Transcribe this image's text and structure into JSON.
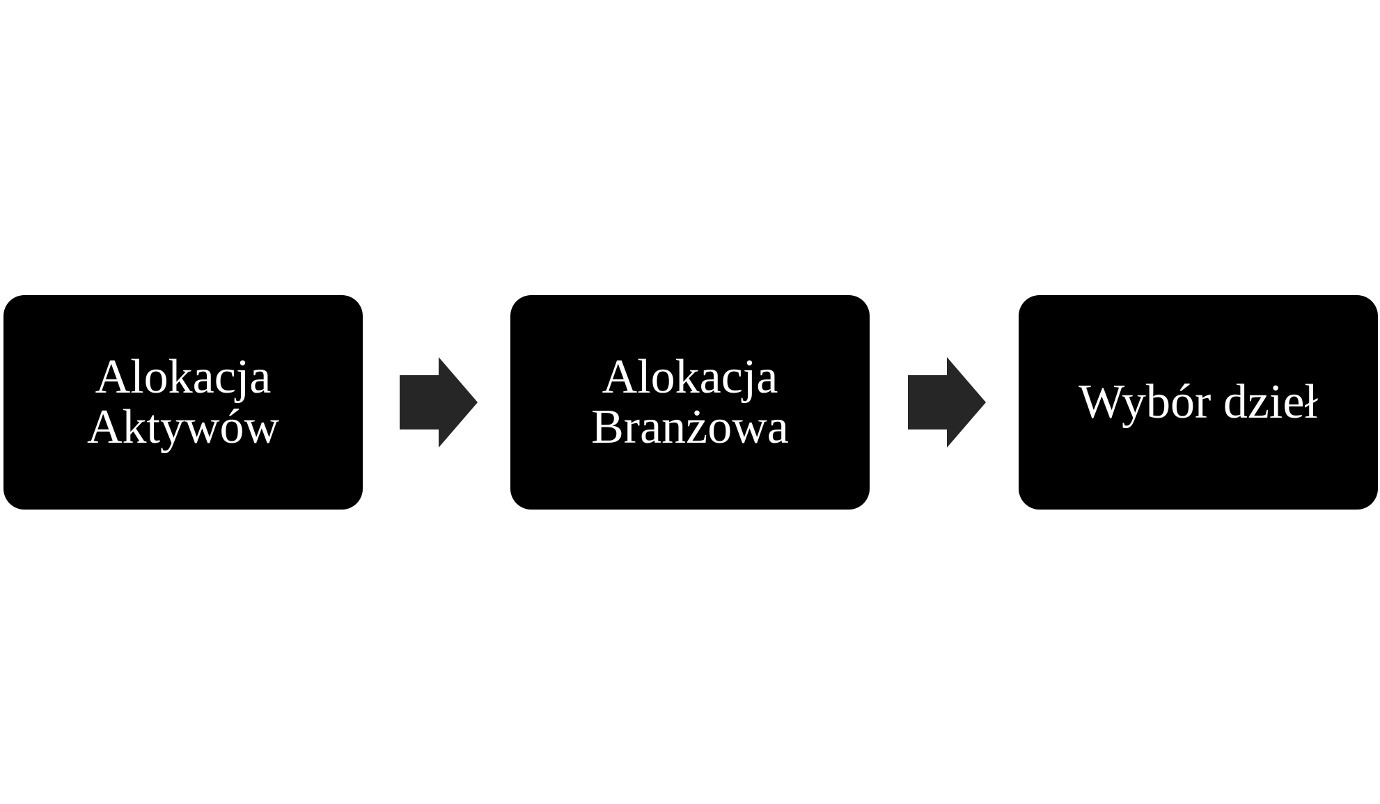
{
  "diagram": {
    "steps": [
      {
        "label": "Alokacja\nAktywów"
      },
      {
        "label": "Alokacja\nBranżowa"
      },
      {
        "label": "Wybór dzieł"
      }
    ],
    "connectors": [
      {
        "icon": "right-arrow-icon"
      },
      {
        "icon": "right-arrow-icon"
      }
    ],
    "colors": {
      "box_fill": "#000000",
      "box_text": "#ffffff",
      "arrow_fill": "#262626",
      "background": "#ffffff"
    }
  }
}
